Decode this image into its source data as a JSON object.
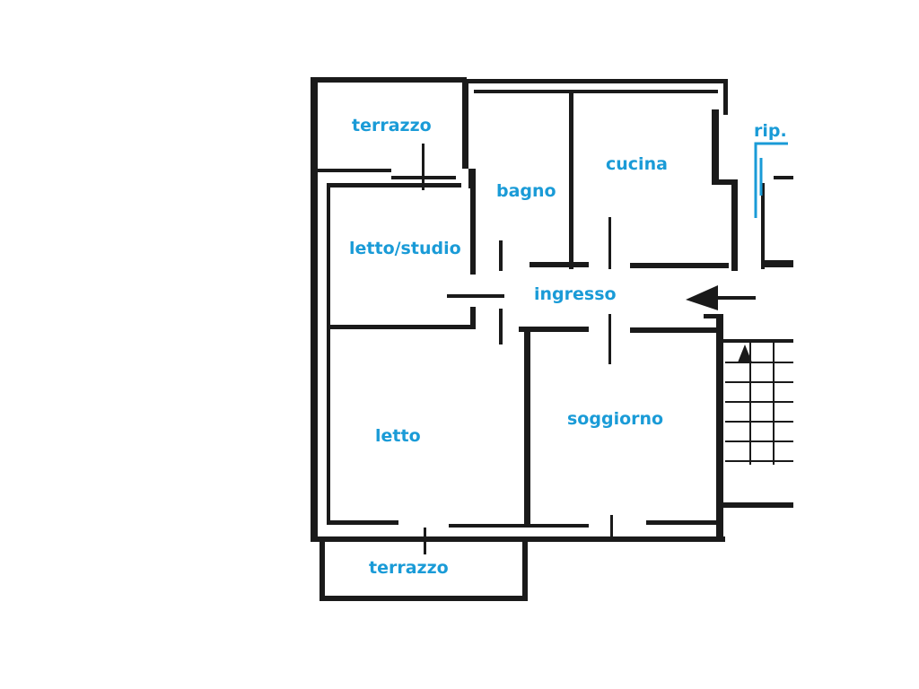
{
  "rooms": {
    "terrazzo_top": "terrazzo",
    "bagno": "bagno",
    "cucina": "cucina",
    "rip": "rip.",
    "letto_studio": "letto/studio",
    "ingresso": "ingresso",
    "letto": "letto",
    "soggiorno": "soggiorno",
    "terrazzo_bottom": "terrazzo"
  },
  "colors": {
    "label": "#1a9bd7",
    "wall": "#1a1a1a",
    "background": "#ffffff"
  },
  "icons": {
    "entrance": "entrance-arrow-icon",
    "stairs_up": "stairs-up-arrow-icon"
  }
}
